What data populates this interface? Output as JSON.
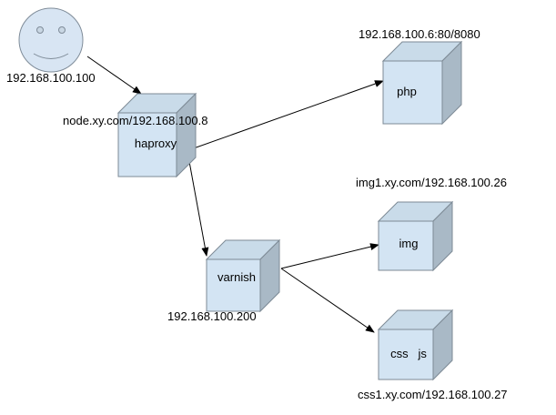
{
  "colors": {
    "box_front": "#d3e4f3",
    "box_top": "#c9dbe9",
    "box_side": "#a9b9c6",
    "box_stroke": "#7d8a95",
    "face_fill": "#d8e5f3",
    "face_stroke": "#7f8c99",
    "arrow": "#000000"
  },
  "client": {
    "icon": "smiley-face-icon",
    "address": "192.168.100.100"
  },
  "haproxy": {
    "label": "haproxy",
    "address": "node.xy.com/192.168.100.8"
  },
  "php": {
    "label": "php",
    "address": "192.168.100.6:80/8080"
  },
  "varnish": {
    "label": "varnish",
    "address": "192.168.100.200"
  },
  "img": {
    "label": "img",
    "address": "img1.xy.com/192.168.100.26"
  },
  "cssjs": {
    "label": "css   js",
    "address": "css1.xy.com/192.168.100.27"
  }
}
